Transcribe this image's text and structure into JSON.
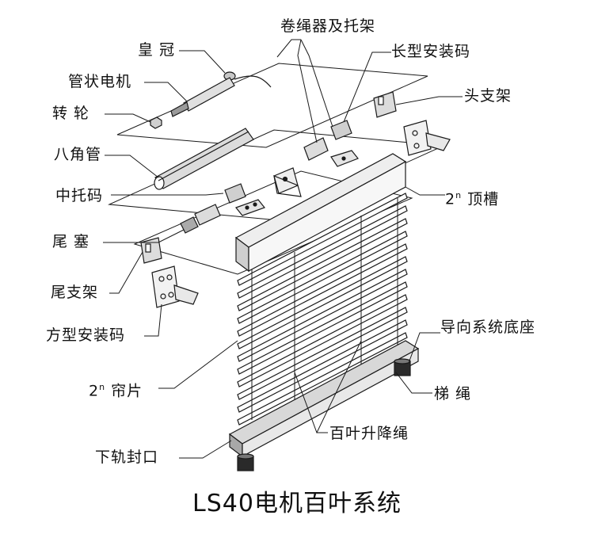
{
  "title": "LS40电机百叶系统",
  "labels": {
    "crown": "皇 冠",
    "tubular_motor": "管状电机",
    "rotor": "转 轮",
    "octagonal_tube": "八角管",
    "middle_bracket": "中托码",
    "end_plug": "尾 塞",
    "tail_bracket": "尾支架",
    "square_bracket": "方型安装码",
    "slat_prefix": "2",
    "slat_sup": "n",
    "slat": " 帘片",
    "bottom_cap": "下轨封口",
    "lift_cord": "百叶升降绳",
    "ladder_cord": "梯 绳",
    "guide_base": "导向系统底座",
    "top_rail_prefix": "2",
    "top_rail_sup": "n",
    "top_rail": " 顶槽",
    "head_bracket": "头支架",
    "long_bracket": "长型安装码",
    "cord_winder": "卷绳器及托架"
  },
  "colors": {
    "ink": "#1a1a1a",
    "shade": "#c8c8c8",
    "light": "#e9e9e9"
  }
}
